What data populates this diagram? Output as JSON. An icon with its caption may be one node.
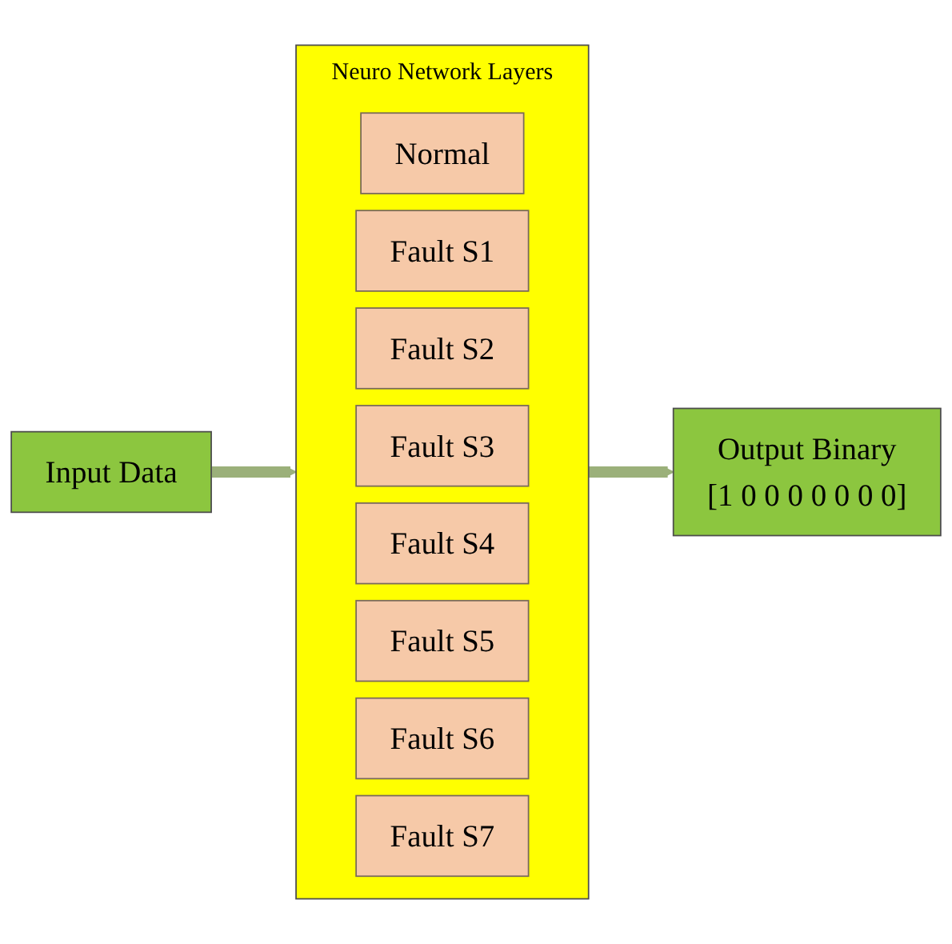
{
  "diagram": {
    "nodes": [
      {
        "text": [
          "Input Data"
        ]
      },
      {
        "text": [
          "Neuro Network Layers"
        ]
      },
      {
        "text": [
          "Normal"
        ],
        "in": 1
      },
      {
        "text": [
          "Fault S1"
        ],
        "in": 1
      },
      {
        "text": [
          "Fault S2"
        ],
        "in": 1
      },
      {
        "text": [
          "Fault S3"
        ],
        "in": 1
      },
      {
        "text": [
          "Fault S4"
        ],
        "in": 1
      },
      {
        "text": [
          "Fault S5"
        ],
        "in": 1
      },
      {
        "text": [
          "Fault S6"
        ],
        "in": 1
      },
      {
        "text": [
          "Fault S7"
        ],
        "in": 1
      },
      {
        "text": [
          "Output Binary",
          "[1 0 0 0 0 0 0 0]"
        ]
      }
    ],
    "edges": [
      {
        "from": 0,
        "to": 1,
        "arrow": "to"
      },
      {
        "from": 1,
        "to": 10,
        "arrow": "to"
      }
    ]
  }
}
